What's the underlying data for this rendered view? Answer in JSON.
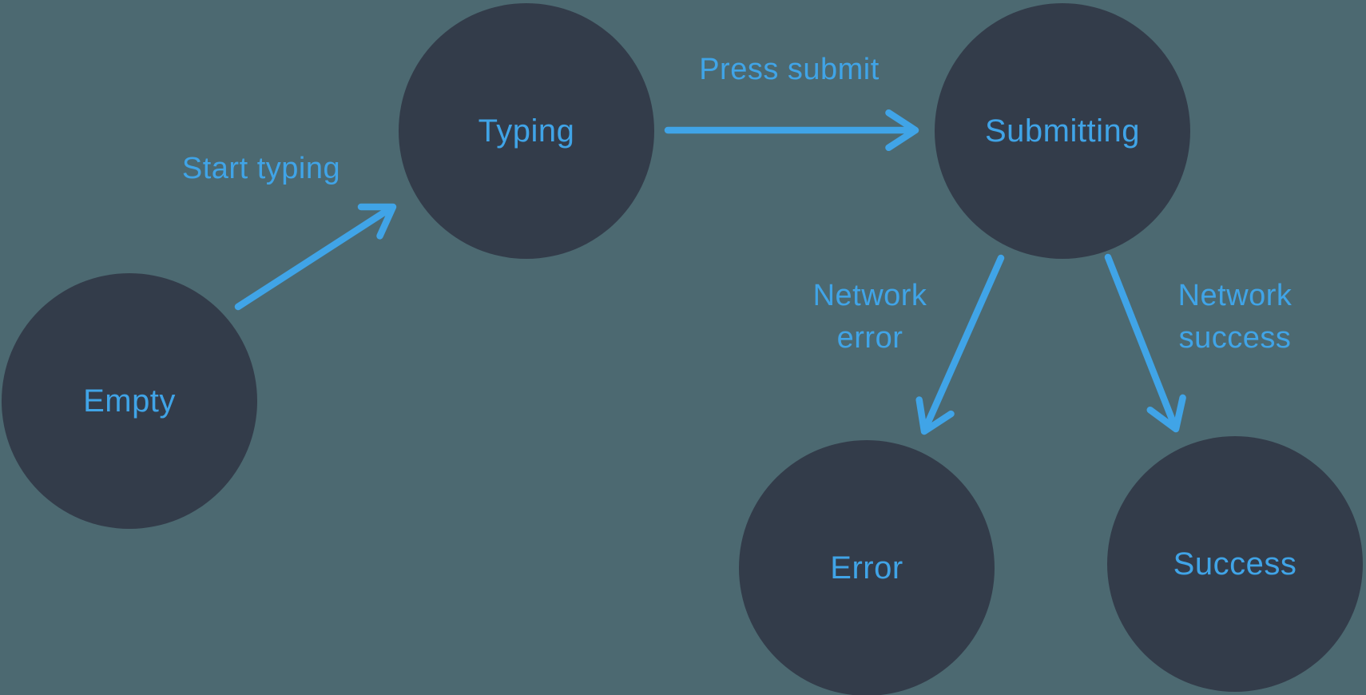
{
  "diagram": {
    "nodes": [
      {
        "id": "empty",
        "label": "Empty"
      },
      {
        "id": "typing",
        "label": "Typing"
      },
      {
        "id": "submitting",
        "label": "Submitting"
      },
      {
        "id": "error",
        "label": "Error"
      },
      {
        "id": "success",
        "label": "Success"
      }
    ],
    "edges": [
      {
        "from": "empty",
        "to": "typing",
        "label": "Start typing"
      },
      {
        "from": "typing",
        "to": "submitting",
        "label": "Press submit"
      },
      {
        "from": "submitting",
        "to": "error",
        "label": "Network error"
      },
      {
        "from": "submitting",
        "to": "success",
        "label": "Network success"
      }
    ],
    "colors": {
      "background": "#4C6971",
      "node_fill": "#333C4A",
      "accent": "#40A4E7"
    }
  }
}
